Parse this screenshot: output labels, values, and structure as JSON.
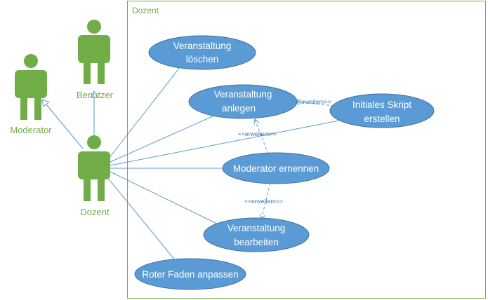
{
  "colors": {
    "actor_fill": "#70ad47",
    "actor_text": "#70ad47",
    "boundary_stroke": "#70ad47",
    "usecase_fill": "#5b9bd5",
    "usecase_text": "#ffffff",
    "line": "#5b9bd5",
    "stereotype_text": "#2e75b6"
  },
  "system_boundary": {
    "label": "Dozent"
  },
  "actors": {
    "benutzer": "Benutzer",
    "moderator": "Moderator",
    "dozent": "Dozent"
  },
  "use_cases": {
    "loeschen": {
      "line1": "Veranstaltung",
      "line2": "löschen"
    },
    "anlegen": {
      "line1": "Veranstaltung",
      "line2": "anlegen"
    },
    "skript": {
      "line1": "Initiales Skript",
      "line2": "erstellen"
    },
    "ernennen": {
      "line1": "Moderator ernennen"
    },
    "bearbeiten": {
      "line1": "Veranstaltung",
      "line2": "bearbeiten"
    },
    "faden": {
      "line1": "Roter Faden anpassen"
    }
  },
  "relations": {
    "extend_label": "<<erweitern>>"
  }
}
